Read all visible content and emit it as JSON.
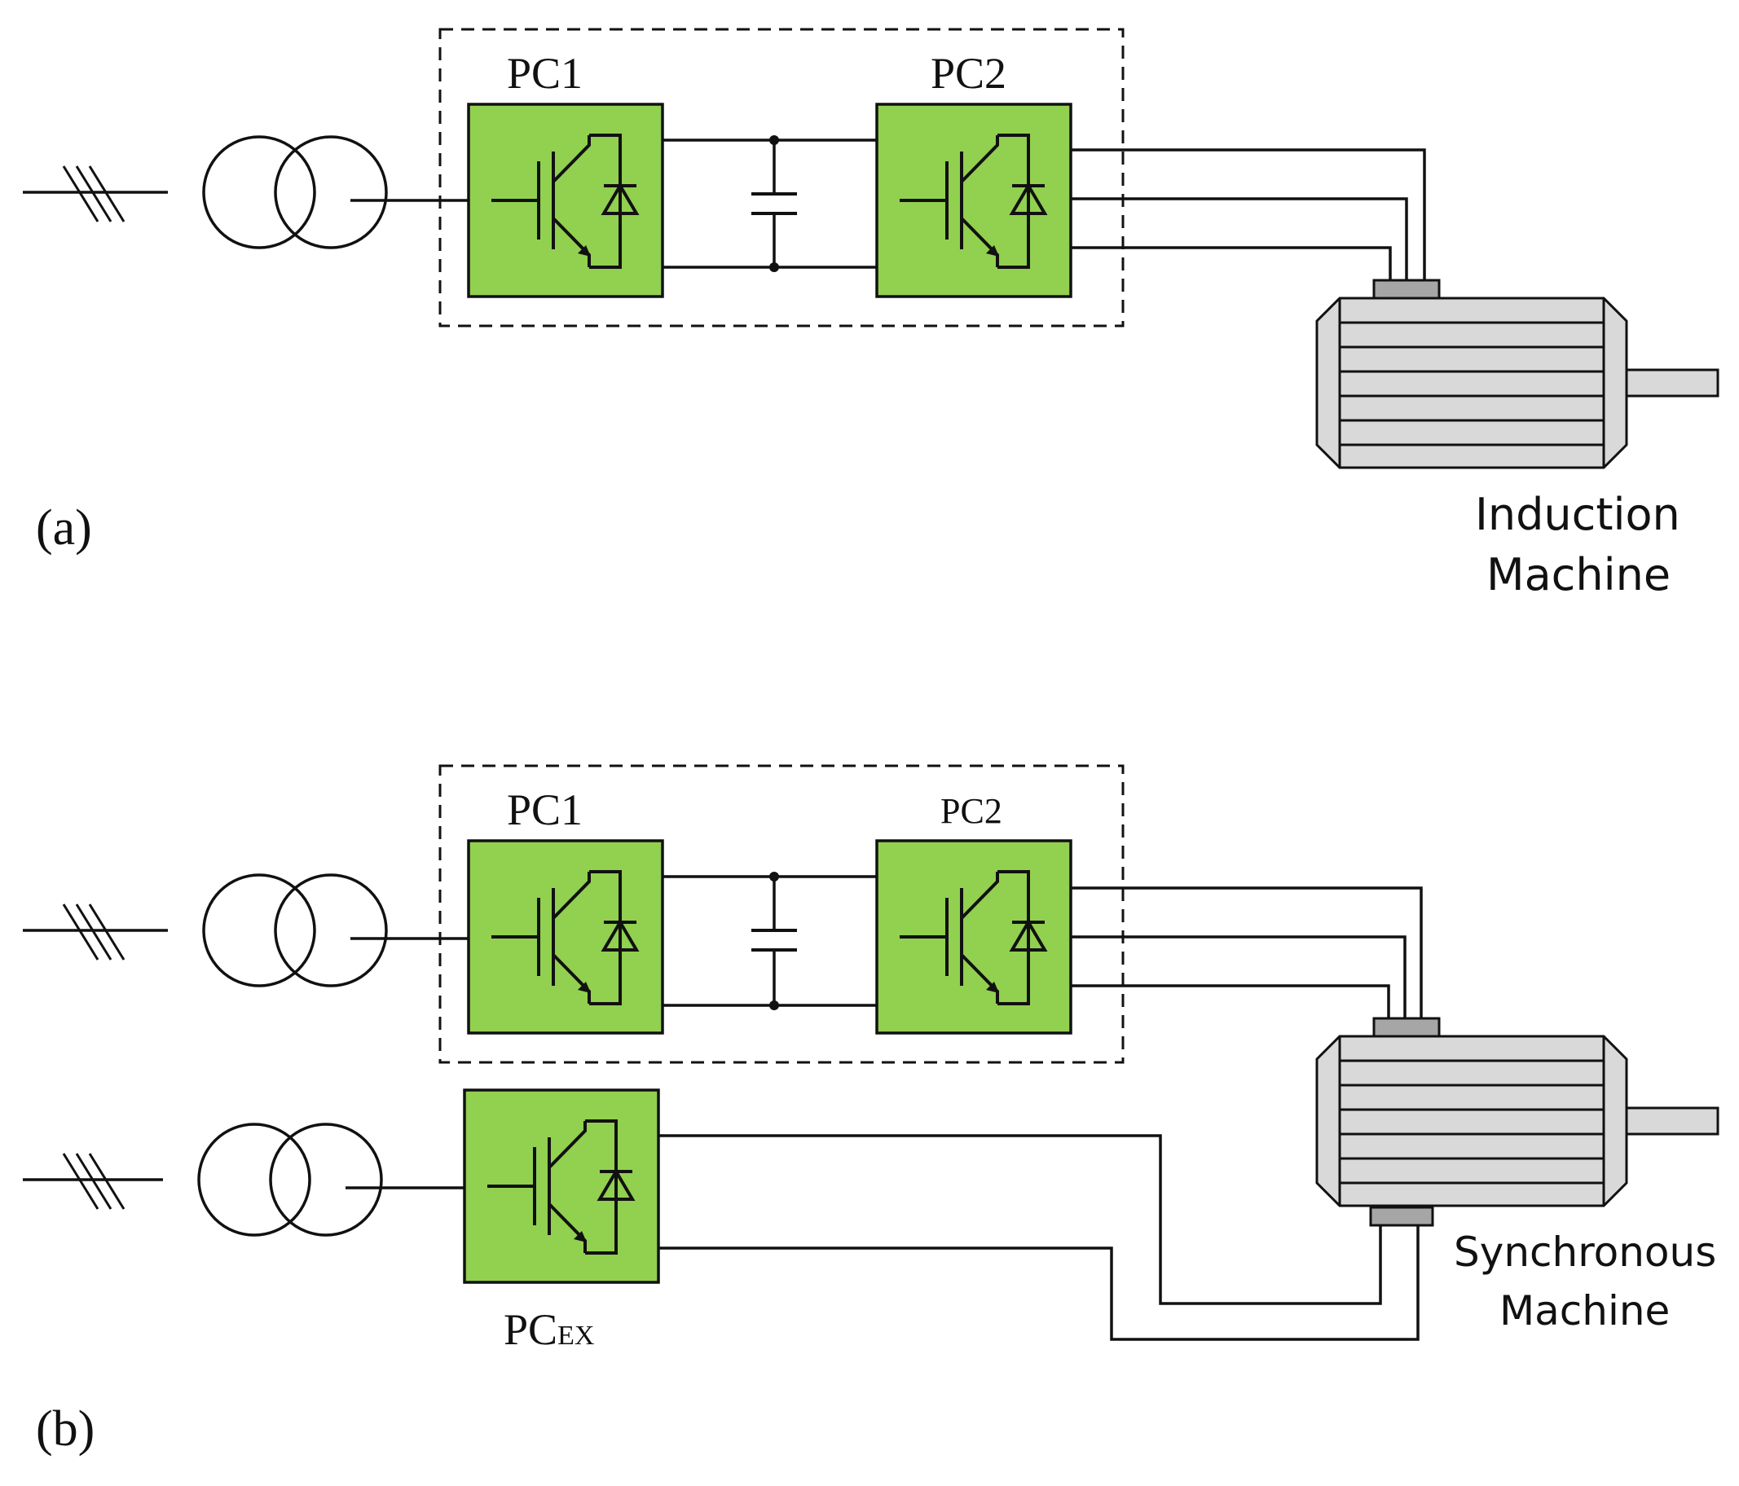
{
  "colors": {
    "converter_fill": "#92d050",
    "motor_fill": "#d9d9d9",
    "terminal_fill": "#a6a6a6",
    "line": "#111111"
  },
  "panel_a": {
    "tag": "(a)",
    "pc1_label": "PC1",
    "pc2_label": "PC2",
    "machine_label_line1": "Induction",
    "machine_label_line2": "Machine"
  },
  "panel_b": {
    "tag": "(b)",
    "pc1_label": "PC1",
    "pc2_label": "PC2",
    "pcex_main": "PC",
    "pcex_sub": "EX",
    "machine_label_line1": "Synchronous",
    "machine_label_line2": "Machine"
  },
  "icons": {
    "grid": "three-phase-grid-icon",
    "transformer": "transformer-icon",
    "switch": "igbt-diode-icon",
    "capacitor": "capacitor-icon",
    "machine": "electric-motor-icon"
  }
}
